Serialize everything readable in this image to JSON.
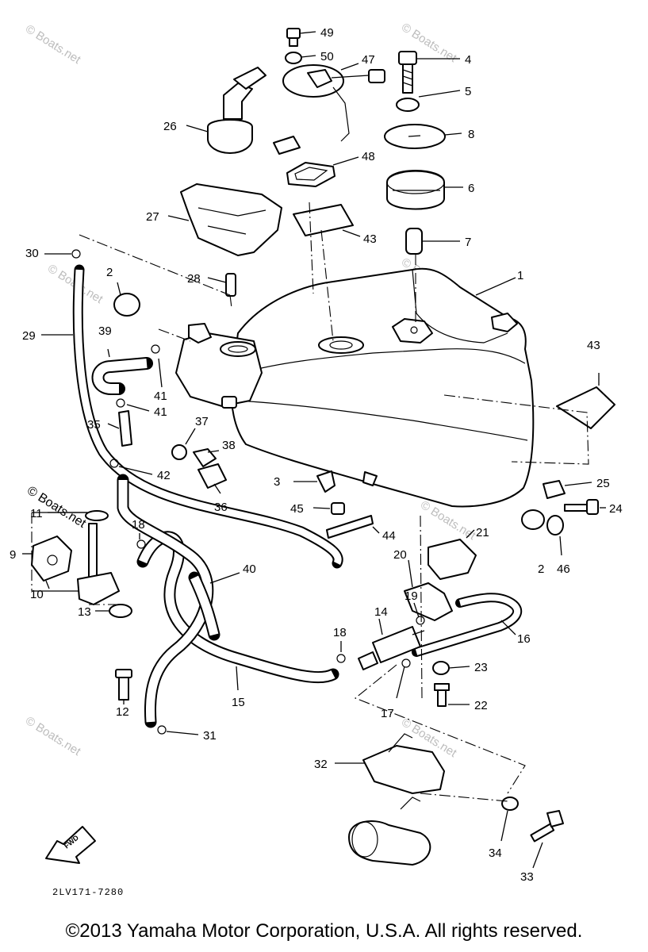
{
  "watermark": "© Boats.net",
  "drawing_code": "2LV171-7280",
  "copyright": "©2013 Yamaha Motor Corporation, U.S.A. All rights reserved.",
  "front_arrow_label": "FWD",
  "callouts": [
    "1",
    "2",
    "2",
    "3",
    "4",
    "5",
    "6",
    "7",
    "8",
    "9",
    "10",
    "11",
    "12",
    "13",
    "14",
    "15",
    "16",
    "17",
    "18",
    "18",
    "19",
    "20",
    "21",
    "22",
    "23",
    "24",
    "25",
    "26",
    "27",
    "28",
    "29",
    "30",
    "31",
    "32",
    "33",
    "34",
    "35",
    "36",
    "37",
    "38",
    "39",
    "40",
    "41",
    "41",
    "42",
    "43",
    "43",
    "44",
    "45",
    "46",
    "47",
    "48",
    "49",
    "50"
  ]
}
